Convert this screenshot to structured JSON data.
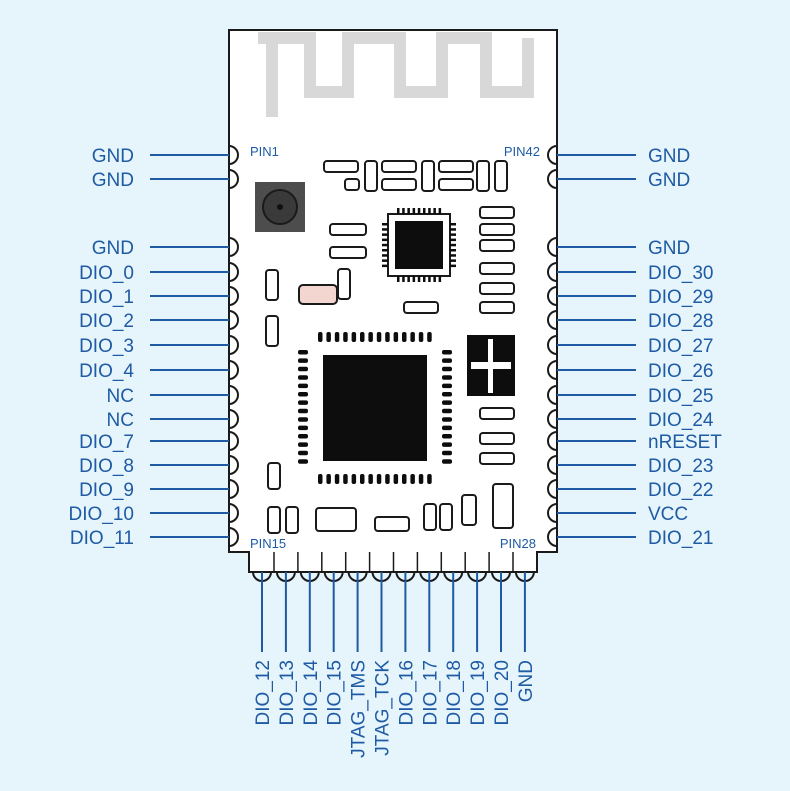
{
  "colors": {
    "background": "#e6f4fb",
    "board": "#ffffff",
    "outline": "#1a1a1a",
    "line": "#1e5ba4",
    "text": "#1e5ba4",
    "antenna": "#d8d8d8",
    "chip": "#0d0d0d",
    "crystal": "#f3d6cf"
  },
  "markers": {
    "pin1": "PIN1",
    "pin42": "PIN42",
    "pin15": "PIN15",
    "pin28": "PIN28"
  },
  "left_pins": [
    "GND",
    "GND",
    "GND",
    "DIO_0",
    "DIO_1",
    "DIO_2",
    "DIO_3",
    "DIO_4",
    "NC",
    "NC",
    "DIO_7",
    "DIO_8",
    "DIO_9",
    "DIO_10",
    "DIO_11"
  ],
  "right_pins": [
    "GND",
    "GND",
    "GND",
    "DIO_30",
    "DIO_29",
    "DIO_28",
    "DIO_27",
    "DIO_26",
    "DIO_25",
    "DIO_24",
    "nRESET",
    "DIO_23",
    "DIO_22",
    "VCC",
    "DIO_21"
  ],
  "bottom_pins": [
    "DIO_12",
    "DIO_13",
    "DIO_14",
    "DIO_15",
    "JTAG_TMS",
    "JTAG_TCK",
    "DIO_16",
    "DIO_17",
    "DIO_18",
    "DIO_19",
    "DIO_20",
    "GND"
  ]
}
